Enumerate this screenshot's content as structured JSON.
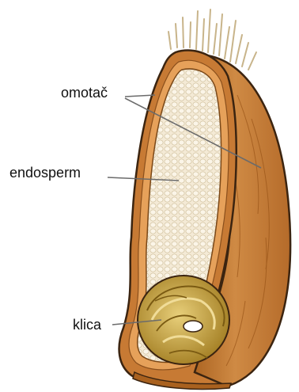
{
  "diagram": {
    "labels": {
      "coat": "omotač",
      "endosperm": "endosperm",
      "germ": "klica"
    },
    "colors": {
      "coat_outer": "#c77a34",
      "coat_inner": "#e6a15a",
      "outline": "#3b2410",
      "endosperm_fill": "#f4ead6",
      "endosperm_cells": "#d6c7a6",
      "germ": "#b8922e",
      "germ_light": "#e8cf7a",
      "hairs": "#c8b48a",
      "leader_line": "#6b6b6b"
    }
  }
}
